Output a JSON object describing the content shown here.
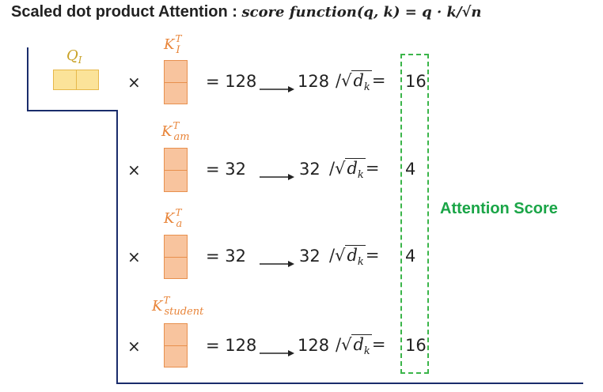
{
  "title": {
    "text": "Scaled dot product Attention : ",
    "formula": "score function(q, k) = q · k/√n"
  },
  "query": {
    "label": "Q",
    "subscript": "I"
  },
  "keys": [
    {
      "label": "K",
      "superscript": "T",
      "subscript": "I",
      "dot_product": "= 128",
      "scaled_numerator": "128",
      "score": "16"
    },
    {
      "label": "K",
      "superscript": "T",
      "subscript": "am",
      "dot_product": "= 32",
      "scaled_numerator": "32",
      "score": "4"
    },
    {
      "label": "K",
      "superscript": "T",
      "subscript": "a",
      "dot_product": "= 32",
      "scaled_numerator": "32",
      "score": "4"
    },
    {
      "label": "K",
      "superscript": "T",
      "subscript": "student",
      "dot_product": "= 128",
      "scaled_numerator": "128",
      "score": "16"
    }
  ],
  "operator_times": "×",
  "scaling": {
    "slash": "/",
    "sqrt_symbol": "√",
    "radicand": "d",
    "radicand_subscript": "k",
    "equals": "="
  },
  "score_label": "Attention Score",
  "colors": {
    "query_fill": "#fbe399",
    "query_label": "#c9a227",
    "key_fill": "#f8c49e",
    "key_label": "#e8853a",
    "score_accent": "#1aa547",
    "frame_line": "#1a2c6b"
  }
}
